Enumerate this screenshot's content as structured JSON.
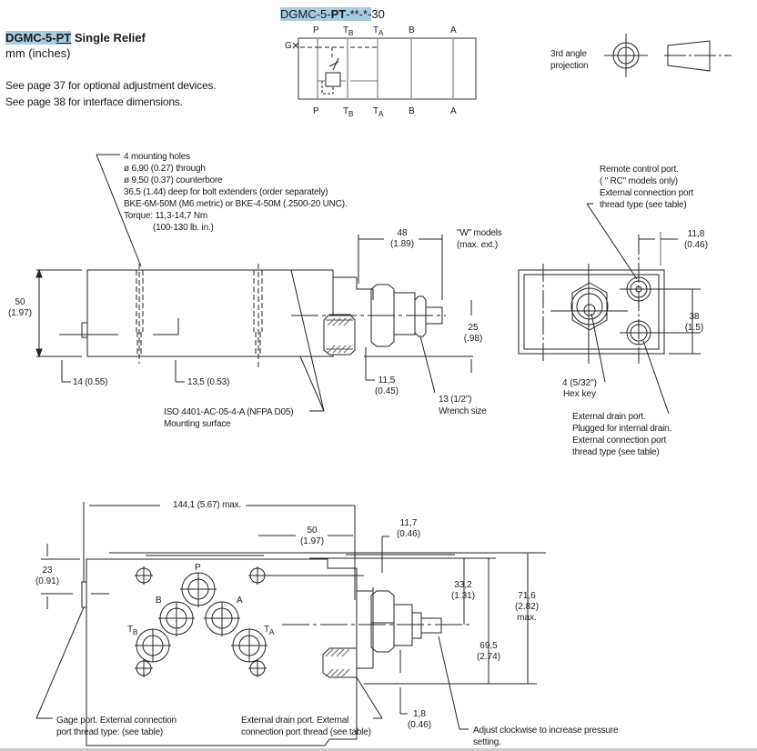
{
  "header": {
    "model_prefix": "DGMC-5-",
    "model_suffix": "PT",
    "title_rest": "Single Relief",
    "units": "mm (inches)",
    "notes": [
      "See page 37 for optional adjustment devices.",
      "See page 38 for interface dimensions."
    ]
  },
  "schematic": {
    "code_a": "DGMC-5-",
    "code_b": "PT",
    "code_c": "-**-*-",
    "code_d": "30",
    "ports_top": [
      "P",
      "T",
      "T",
      "B",
      "A"
    ],
    "port_subs": [
      "",
      "B",
      "A",
      "",
      ""
    ],
    "gage_label": "G"
  },
  "projection": {
    "label_line1": "3rd angle",
    "label_line2": "projection"
  },
  "side_view": {
    "mounting_holes": [
      "4 mounting holes",
      "ø 6,90 (0.27) through",
      "ø 9,50 (0.37) counterbore",
      "36,5 (1.44) deep for bolt extenders (order separately)",
      "BKE-6M-50M (M6 metric) or BKE-4-50M (.2500-20 UNC).",
      "Torque: 11,3-14,7 Nm",
      "(100-130 lb. in.)"
    ],
    "dim_height": [
      "50",
      "(1.97)"
    ],
    "dim_14": "14 (0.55)",
    "dim_13_5": "13,5 (0.53)",
    "dim_48": [
      "48",
      "(1.89)"
    ],
    "w_models": [
      "\"W\" models",
      "(max. ext.)"
    ],
    "dim_25": [
      "25",
      "(.98)"
    ],
    "dim_11_5": [
      "11,5",
      "(0.45)"
    ],
    "wrench": [
      "13 (1/2\")",
      "Wrench size"
    ],
    "iso": [
      "ISO 4401-AC-05-4-A (NFPA D05)",
      "Mounting surface"
    ]
  },
  "end_view": {
    "remote_port": [
      "Remote control port.",
      "( \" RC\" models only)",
      "External connection port",
      "thread type (see table)"
    ],
    "dim_11_8": [
      "11,8",
      "(0.46)"
    ],
    "dim_38": [
      "38",
      "(1.5)"
    ],
    "hex_key": [
      "4  (5/32\")",
      "Hex key"
    ],
    "drain_port": [
      "External drain port.",
      "Plugged for internal drain.",
      "External connection port",
      "thread type (see table)"
    ]
  },
  "top_view": {
    "dim_144": "144,1 (5.67) max.",
    "dim_50": [
      "50",
      "(1.97)"
    ],
    "dim_11_7": [
      "11,7",
      "(0.46)"
    ],
    "dim_23": [
      "23",
      "(0.91)"
    ],
    "dim_33_2": [
      "33,2",
      "(1.31)"
    ],
    "dim_69_5": [
      "69,5",
      "(2.74)"
    ],
    "dim_71_6": [
      "71,6",
      "(2.82)",
      "max."
    ],
    "dim_1_8": [
      "1,8",
      "(0.46)"
    ],
    "port_labels": [
      "P",
      "B",
      "A",
      "T",
      "T"
    ],
    "port_subs": [
      "",
      "",
      "",
      "B",
      "A"
    ],
    "gage_port": [
      "Gage port. External connection",
      "port thread type: (see table)"
    ],
    "drain_port": [
      "External drain port. External",
      "connection port thread (see table)"
    ],
    "adjust": [
      "Adjust clockwise to increase pressure",
      "setting."
    ]
  }
}
